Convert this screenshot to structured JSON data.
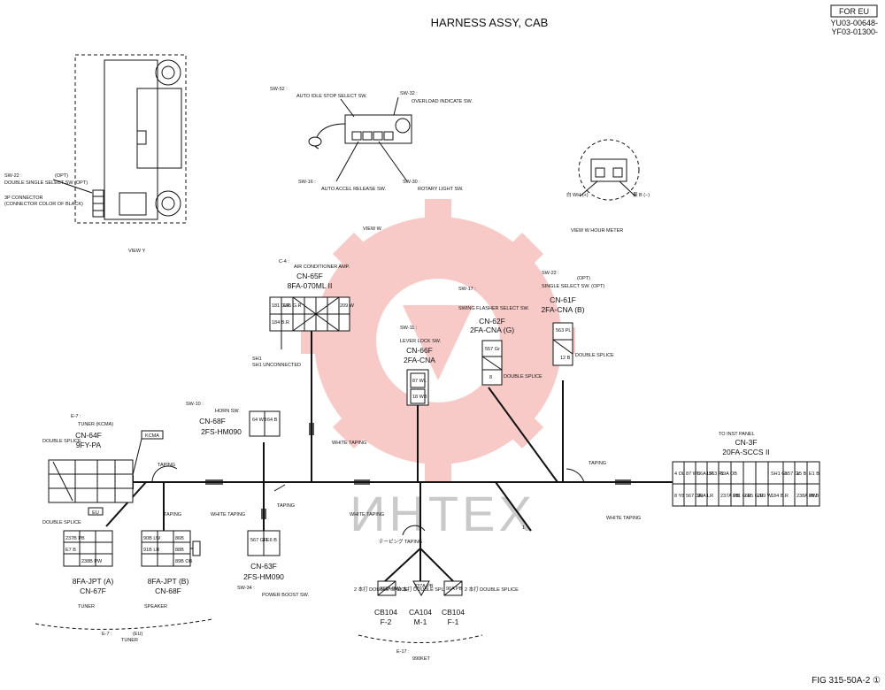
{
  "header": {
    "title": "HARNESS ASSY, CAB",
    "region_badge": "FOR EU",
    "serial_1": "YU03-00648-",
    "serial_2": "YF03-01300-"
  },
  "footer": {
    "figure_ref": "FIG 315-50A-2 ①"
  },
  "watermark": {
    "text": "ИНТЕХ",
    "color": "#e8463a"
  },
  "views": {
    "view_y": "VIEW Y",
    "view_w": "VIEW W",
    "view_w_hour_meter": "VIEW W HOUR METER"
  },
  "switches": {
    "sw22_opt": {
      "id": "SW-22 :",
      "opt": "(OPT)",
      "desc": "DOUBLE SINGLE SELECT SW (OPT)"
    },
    "connector_note_1": "3P CONNECTOR",
    "connector_note_2": "(CONNECTOR COLOR OF BLACK)",
    "sw52": {
      "id": "SW-52 :",
      "desc": "AUTO IDLE STOP SELECT SW."
    },
    "sw32": {
      "id": "SW-32 :",
      "desc": "OVERLOAD INDICATE SW."
    },
    "sw16": {
      "id": "SW-16 :",
      "desc": "AUTO ACCEL RELEASE SW."
    },
    "sw30": {
      "id": "SW-30 :",
      "desc": "ROTARY LIGHT SW."
    },
    "sw17": {
      "id": "SW-17 :",
      "desc": "SWING FLASHER SELECT SW."
    },
    "sw11": {
      "id": "SW-11 :",
      "desc": "LEVER LOCK SW."
    },
    "sw22": {
      "id": "SW-22 :",
      "opt": "(OPT)",
      "desc": "SINGLE SELECT SW. (OPT)"
    },
    "sw10": {
      "id": "SW-10 :",
      "desc": "HORN SW."
    },
    "sw34": {
      "id": "SW-34 :",
      "desc": "POWER BOOST SW."
    }
  },
  "meter": {
    "plus_label": "白 WH (+)",
    "minus_label": "黒 B (−)"
  },
  "connectors": {
    "c4": {
      "id": "C-4 :",
      "desc": "AIR CONDITIONER AMP.",
      "name": "CN-65F",
      "part": "8FA-070ML II",
      "pins_top": [
        "181 G.R",
        "605 G.R",
        "",
        "",
        "",
        "",
        "209 W"
      ],
      "pins_bottom": [
        "184 B.R",
        "",
        "",
        "",
        "",
        "",
        ""
      ]
    },
    "sh1": {
      "id": "SH1",
      "desc": "SH1 UNCONNECTED"
    },
    "cn66": {
      "name": "CN-66F",
      "part": "2FA-CNA",
      "pins": [
        "87 WL",
        "18 WB"
      ]
    },
    "cn62": {
      "name": "CN-62F",
      "part": "2FA-CNA (G)",
      "pins": [
        "557 Gr",
        "",
        "8"
      ]
    },
    "cn61": {
      "name": "CN-61F",
      "part": "2FA-CNA (B)",
      "pins": [
        "563 PL",
        "",
        "12 B"
      ]
    },
    "cn68": {
      "name": "CN-68F",
      "part": "2FS-HM090",
      "pins": [
        "64 WB",
        "64 B"
      ]
    },
    "cn63": {
      "name": "CN-63F",
      "part": "2FS-HM090",
      "pins": [
        "567 GR",
        "E6 B"
      ]
    },
    "e7_top": {
      "id": "E-7 :",
      "desc": "TUNER (KCMA)",
      "name": "CN-64F",
      "part": "9FY-PA",
      "badge": "KCMA"
    },
    "cn3": {
      "to": "TO INST PANEL",
      "name": "CN-3F",
      "part": "20FA-SCCS II",
      "row1": [
        "4 OL",
        "87 WL",
        "86A LR",
        "563 PL",
        "89A OB",
        "",
        "",
        "",
        "SH1 Gr",
        "557 Gr",
        "15 B",
        "E1 B"
      ],
      "row2": [
        "8 Y8",
        "567 GR",
        "90A LR",
        "",
        "237A PB",
        "181 G.R",
        "605 G.R",
        "209 W",
        "184 B.R",
        "",
        "238A PW",
        "88 B"
      ]
    },
    "cn67": {
      "part": "8FA-JPT (A)",
      "name": "CN-67F",
      "label": "TUNER",
      "pins": [
        "237B PB",
        "E7 B",
        "",
        "238B PW"
      ]
    },
    "cn68b": {
      "part": "8FA-JPT (B)",
      "name": "CN-68F",
      "label": "SPEAKER",
      "pins": [
        "90B LW",
        "91B LR",
        "86B",
        "89B OB",
        "88B"
      ]
    },
    "e7_bottom": {
      "id": "E-7 :",
      "opt": "(EU)",
      "desc": "TUNER"
    },
    "cb104_f2": {
      "name": "CB104",
      "part": "F-2",
      "label": "2 本打 DOUBLE SPLICE",
      "pin": "238A PW"
    },
    "ca104_m1": {
      "name": "CA104",
      "part": "M-1",
      "label": "2 本打 DOUBLE SPLICE",
      "pin": "237A PB"
    },
    "cb104_f1": {
      "name": "CB104",
      "part": "F-1",
      "label": "2 本打 DOUBLE SPLICE",
      "pin": "90A PB"
    },
    "e17": {
      "id": "E-17 :",
      "code": "990KET"
    }
  },
  "harness_labels": {
    "white_taping_1": "WHITE TAPING",
    "white_taping_2": "WHITE TAPING",
    "white_taping_3": "WHITE TAPING",
    "white_taping_4": "WHITE TAPING",
    "taping_1": "TAPING",
    "taping_2": "TAPING",
    "taping_3": "TAPING",
    "taping_4": "TAPING",
    "taping_jp": "テーピング TAPING",
    "double_splice_1": "DOUBLE SPLICE",
    "double_splice_2": "DOUBLE SPLICE",
    "double_splice_3": "DOUBLE SPLICE",
    "double_splice_4": "DOUBLE SPLICE",
    "eu_badge": "EU",
    "item_number": "1"
  }
}
